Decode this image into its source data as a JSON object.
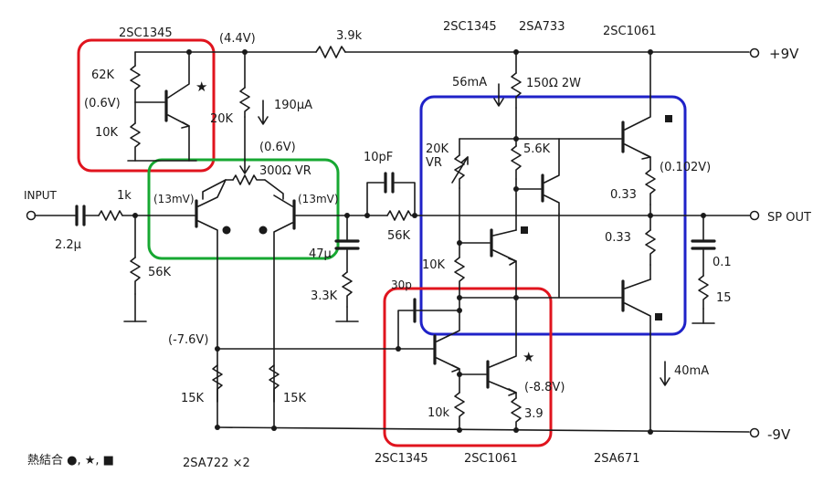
{
  "transistors": {
    "q1": "2SC1345",
    "q_pre": "2SC1345",
    "q_driver": "2SA733",
    "q_out_top": "2SC1061",
    "q_bias_bottom": "2SC1345",
    "q_cs_bottom": "2SC1061",
    "diff_pair": "2SA722 ×2",
    "q_out_bottom": "2SA671"
  },
  "resistors": {
    "r62k": "62K",
    "r10k_a": "10K",
    "r20k": "20K",
    "r3_9k": "3.9k",
    "r150": "150Ω 2W",
    "r5_6k": "5.6K",
    "r0_33_a": "0.33",
    "r0_33_b": "0.33",
    "r1k": "1k",
    "r56k_a": "56K",
    "r56k_b": "56K",
    "r3_3k": "3.3K",
    "r10k_b": "10K",
    "r10k_c": "10k",
    "r3_9": "3.9",
    "r15k_a": "15K",
    "r15k_b": "15K",
    "r15": "15",
    "vr300": "300Ω VR",
    "vr20k": "20K\nVR"
  },
  "capacitors": {
    "c_in": "2.2μ",
    "c10p": "10pF",
    "c47": "47μ",
    "c30p": "30p",
    "c0_1": "0.1"
  },
  "voltages": {
    "v44": "(4.4V)",
    "v06a": "(0.6V)",
    "v06b": "(0.6V)",
    "v13a": "(13mV)",
    "v13b": "(13mV)",
    "v0102": "(0.102V)",
    "vm76": "(-7.6V)",
    "vm88": "(-8.8V)"
  },
  "currents": {
    "i190": "190μA",
    "i56": "56mA",
    "i40": "40mA"
  },
  "terminals": {
    "input": "INPUT",
    "sp_out": "SP OUT",
    "vplus": "+9V",
    "vminus": "-9V"
  },
  "legend": {
    "label": "熱結合 ●, ★, ■"
  },
  "highlight_colors": {
    "red": "#e0141e",
    "green": "#17a832",
    "blue": "#1f22c8"
  }
}
